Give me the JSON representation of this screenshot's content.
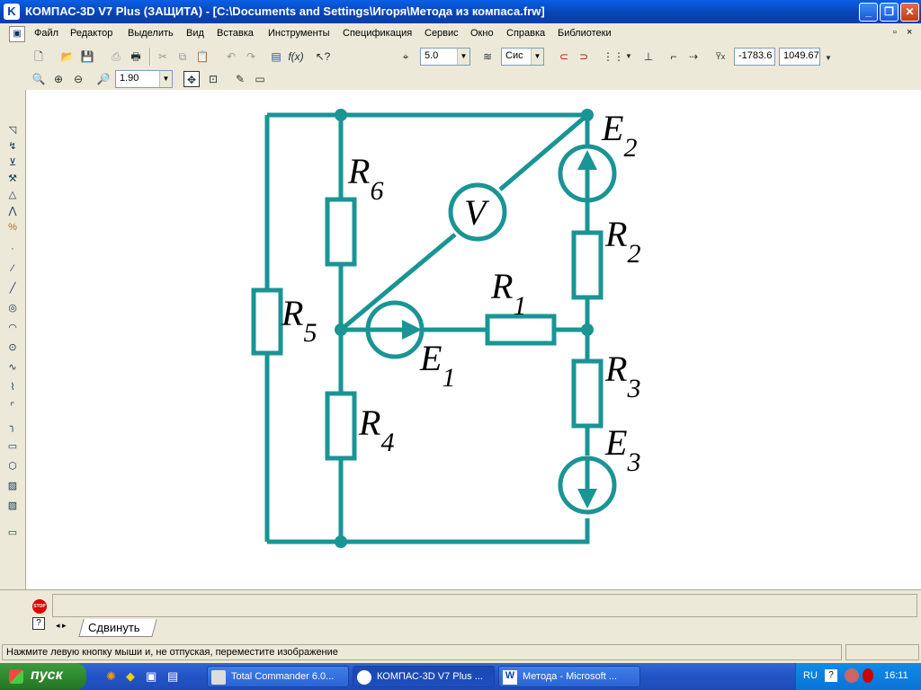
{
  "window": {
    "title": "КОМПАС-3D V7 Plus (ЗАЩИТА) - [C:\\Documents and Settings\\Игоря\\Метода из компаса.frw]",
    "min_label": "_",
    "max_label": "❐",
    "close_label": "✕",
    "inner_restore_label": "▫",
    "inner_close_label": "×"
  },
  "menu": [
    "Файл",
    "Редактор",
    "Выделить",
    "Вид",
    "Вставка",
    "Инструменты",
    "Спецификация",
    "Сервис",
    "Окно",
    "Справка",
    "Библиотеки"
  ],
  "toolbar1": {
    "step_value": "5.0",
    "layer_value": "Сис",
    "coord_x": "-1783.6",
    "coord_y": "1049.67"
  },
  "toolbar2": {
    "zoom_value": "1.90"
  },
  "drawing": {
    "labels": {
      "R6_main": "R",
      "R6_sub": "6",
      "R5_main": "R",
      "R5_sub": "5",
      "R4_main": "R",
      "R4_sub": "4",
      "R1_main": "R",
      "R1_sub": "1",
      "R2_main": "R",
      "R2_sub": "2",
      "R3_main": "R",
      "R3_sub": "3",
      "E1_main": "E",
      "E1_sub": "1",
      "E2_main": "E",
      "E2_sub": "2",
      "E3_main": "E",
      "E3_sub": "3",
      "V": "V"
    },
    "line_color": "#1a9494"
  },
  "panel": {
    "tab_label": "Сдвинуть",
    "stop_label": "STOP",
    "help_label": "?"
  },
  "status": {
    "hint": "Нажмите левую кнопку мыши и, не отпуская, переместите изображение"
  },
  "taskbar": {
    "start_label": "пуск",
    "tasks": [
      "Total Commander 6.0...",
      "КОМПАС-3D V7 Plus ...",
      "Метода - Microsoft ..."
    ],
    "lang": "RU",
    "clock": "16:11"
  }
}
